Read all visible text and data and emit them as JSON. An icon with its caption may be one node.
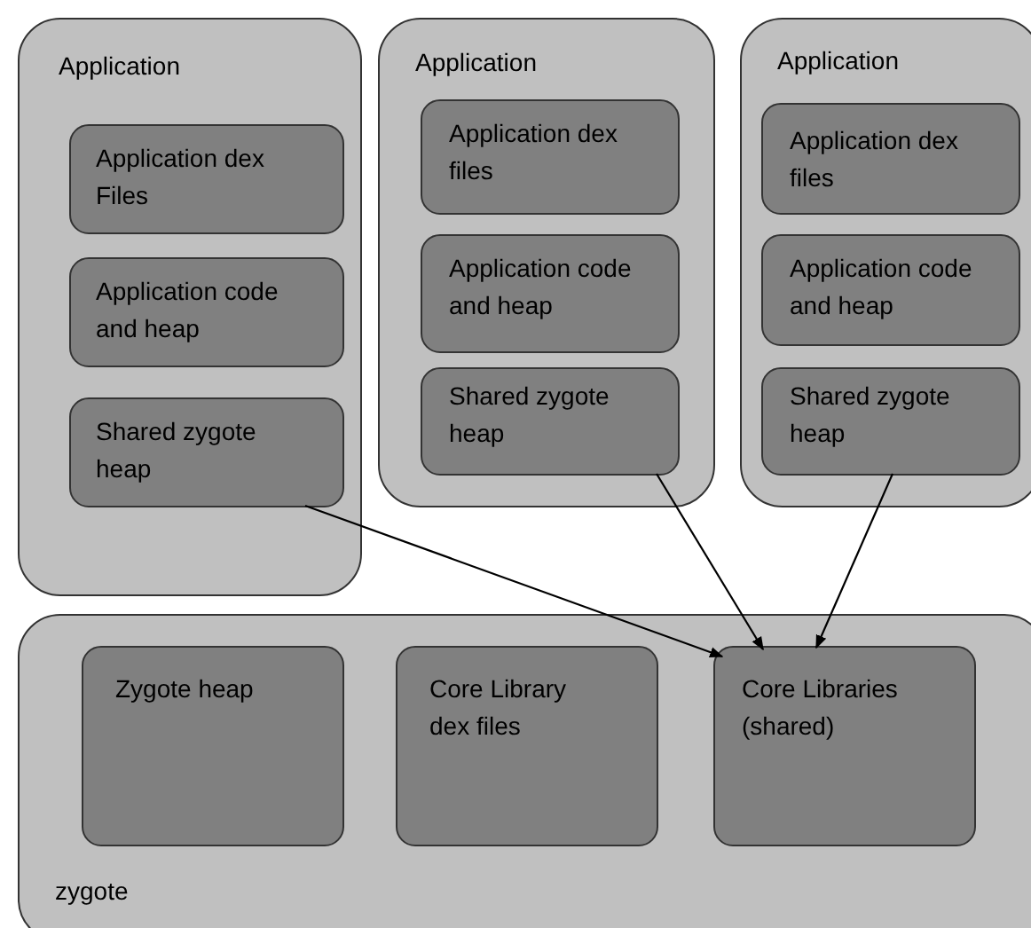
{
  "diagram": {
    "nodes": [
      {
        "text": [
          "Application"
        ]
      },
      {
        "text": [
          "Application dex Files"
        ],
        "in": 0
      },
      {
        "text": [
          "Application code and heap"
        ],
        "in": 0
      },
      {
        "text": [
          "Shared zygote heap"
        ],
        "in": 0
      },
      {
        "text": [
          "Application"
        ]
      },
      {
        "text": [
          "Application dex files"
        ],
        "in": 4
      },
      {
        "text": [
          "Application code and heap"
        ],
        "in": 4
      },
      {
        "text": [
          "Shared zygote heap"
        ],
        "in": 4
      },
      {
        "text": [
          "Application"
        ]
      },
      {
        "text": [
          "Application dex files"
        ],
        "in": 8
      },
      {
        "text": [
          "Application code and heap"
        ],
        "in": 8
      },
      {
        "text": [
          "Shared zygote heap"
        ],
        "in": 8
      },
      {
        "text": [
          "zygote"
        ]
      },
      {
        "text": [
          "Zygote heap"
        ],
        "in": 12
      },
      {
        "text": [
          "Core Library dex files"
        ],
        "in": 12
      },
      {
        "text": [
          "Core Libraries (shared)"
        ],
        "in": 12
      }
    ],
    "edges": [
      {
        "from": 3,
        "to": 15,
        "arrow": "to"
      },
      {
        "from": 7,
        "to": 15,
        "arrow": "to"
      },
      {
        "from": 11,
        "to": 15,
        "arrow": "to"
      }
    ]
  }
}
